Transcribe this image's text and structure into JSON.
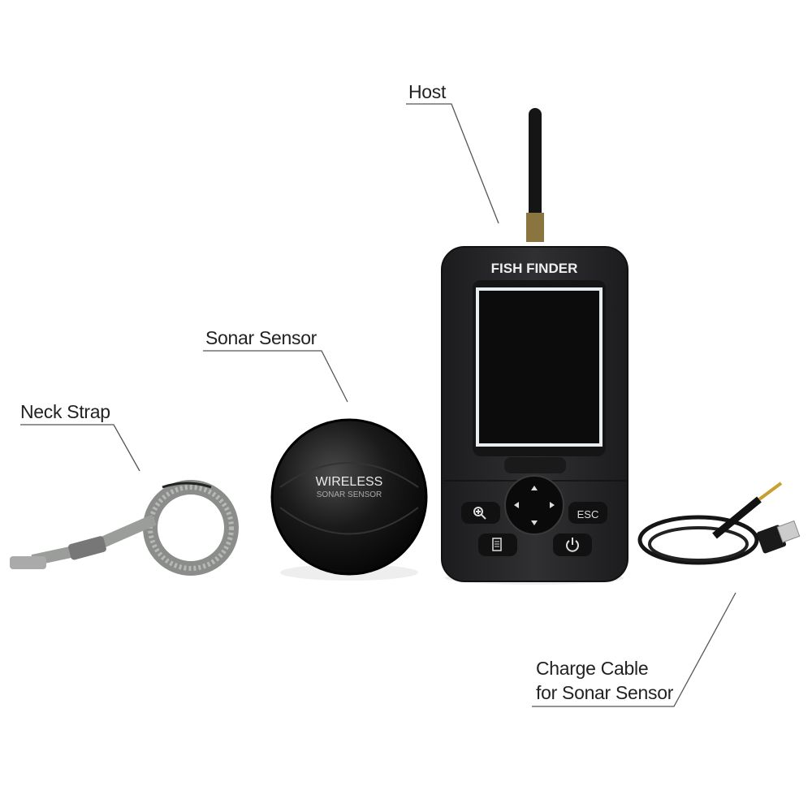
{
  "labels": {
    "host": "Host",
    "sonar_sensor": "Sonar Sensor",
    "neck_strap": "Neck Strap",
    "charge_cable_line1": "Charge Cable",
    "charge_cable_line2": "for Sonar Sensor"
  },
  "device": {
    "brand_text": "FISH FINDER",
    "esc_button": "ESC",
    "zoom_icon": "zoom-in-icon",
    "menu_icon": "menu-icon",
    "power_icon": "power-icon"
  },
  "sensor": {
    "line1": "WIRELESS",
    "line2": "SONAR SENSOR"
  },
  "colors": {
    "device_body": "#2a2a2c",
    "screen": "#0c0c0c",
    "callout_line": "#555555"
  }
}
